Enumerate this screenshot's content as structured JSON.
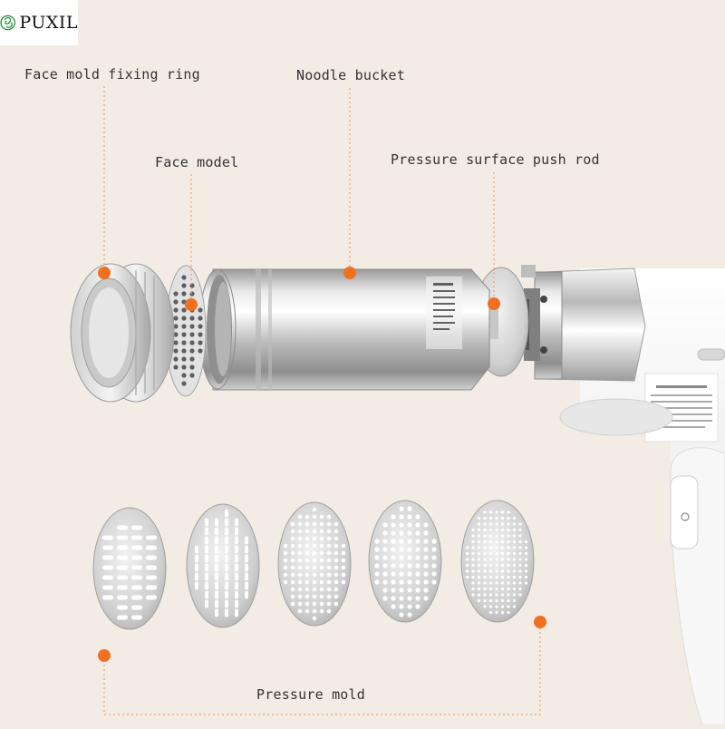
{
  "brand": {
    "name": "PUXIL"
  },
  "labels": {
    "ring": "Face mold fixing ring",
    "bucket": "Noodle bucket",
    "model": "Face model",
    "rod": "Pressure surface push rod",
    "mold": "Pressure mold"
  },
  "colors": {
    "background": "#f3ece4",
    "marker": "#f07020",
    "leader": "#f0a070"
  }
}
